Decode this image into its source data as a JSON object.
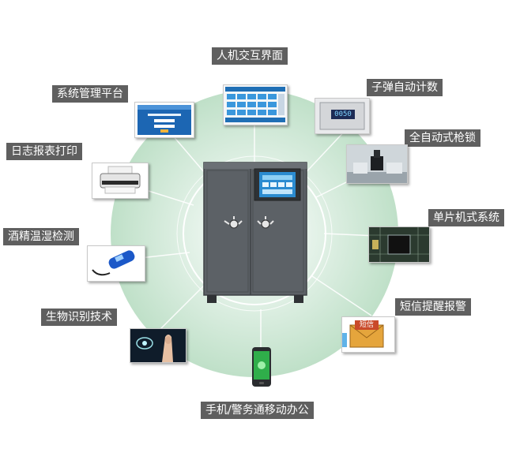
{
  "features": {
    "hmi": "人机交互界面",
    "mgmt_platform": "系统管理平台",
    "bullet_count": "子弹自动计数",
    "log_print": "日志报表打印",
    "auto_lock": "全自动式枪锁",
    "alcohol_detect": "酒精温湿检测",
    "mcu_system": "单片机式系统",
    "biometric": "生物识别技术",
    "sms_alarm": "短信提醒报警",
    "mobile_office": "手机/警务通移动办公"
  },
  "thumbs": {
    "counter_display": "0050",
    "sms_sign": "短信"
  },
  "colors": {
    "circle_fill": "#cfe8d6",
    "ring_stroke": "#ffffff",
    "label_bg": "#5f5f5f",
    "cabinet": "#5c6166",
    "screen_blue": "#2b8bd0"
  }
}
